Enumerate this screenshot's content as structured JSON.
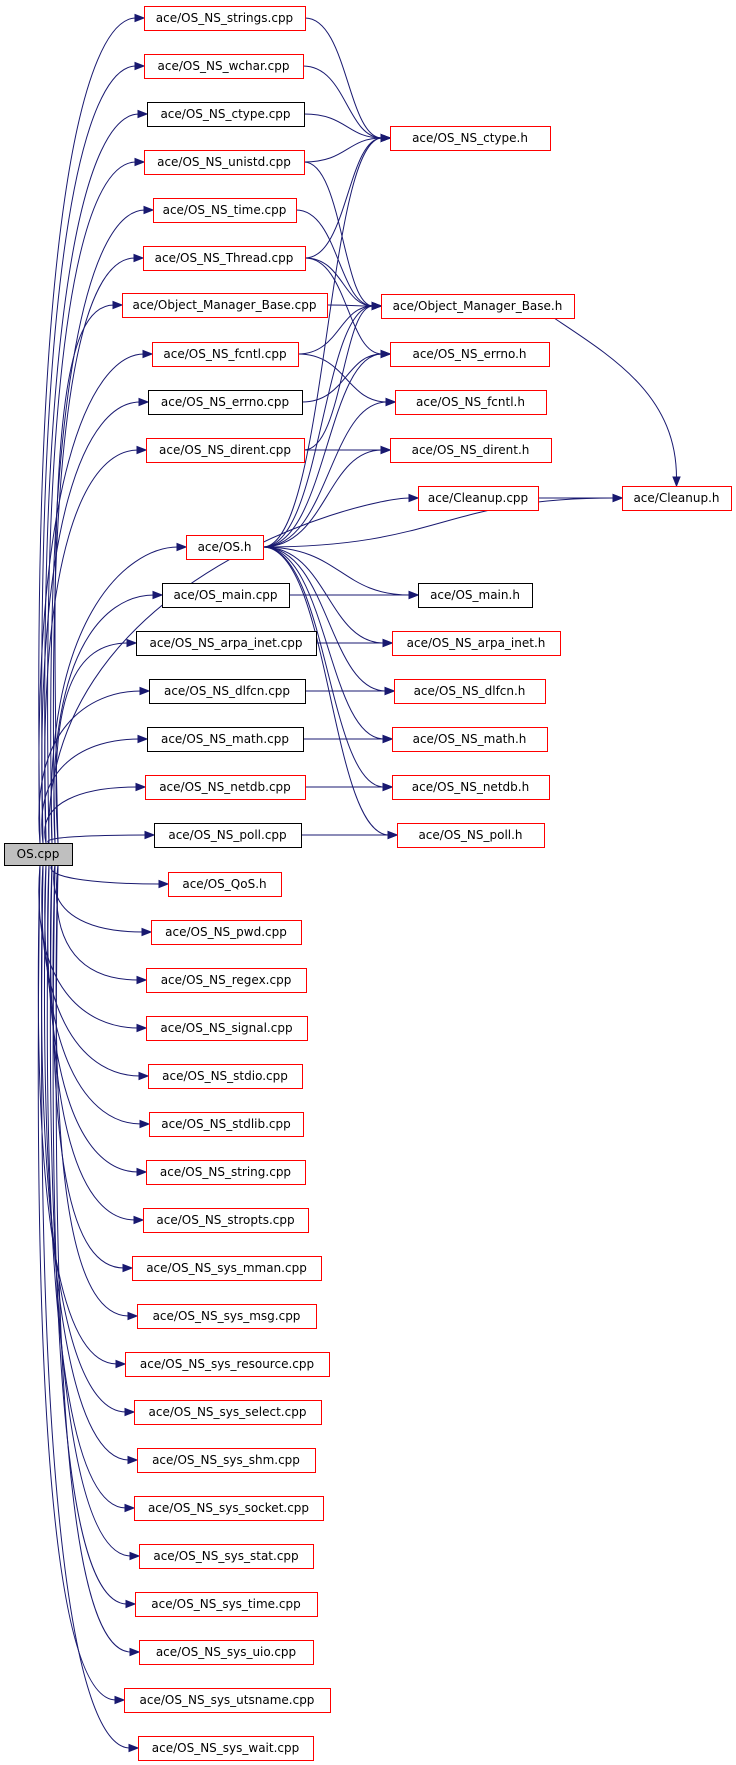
{
  "nodes": {
    "os_cpp": "OS.cpp",
    "ns_strings_cpp": "ace/OS_NS_strings.cpp",
    "ns_wchar_cpp": "ace/OS_NS_wchar.cpp",
    "ns_ctype_cpp": "ace/OS_NS_ctype.cpp",
    "ns_unistd_cpp": "ace/OS_NS_unistd.cpp",
    "ns_time_cpp": "ace/OS_NS_time.cpp",
    "ns_thread_cpp": "ace/OS_NS_Thread.cpp",
    "omb_cpp": "ace/Object_Manager_Base.cpp",
    "ns_fcntl_cpp": "ace/OS_NS_fcntl.cpp",
    "ns_errno_cpp": "ace/OS_NS_errno.cpp",
    "ns_dirent_cpp": "ace/OS_NS_dirent.cpp",
    "cleanup_cpp": "ace/Cleanup.cpp",
    "os_h": "ace/OS.h",
    "os_main_cpp": "ace/OS_main.cpp",
    "ns_arpa_inet_cpp": "ace/OS_NS_arpa_inet.cpp",
    "ns_dlfcn_cpp": "ace/OS_NS_dlfcn.cpp",
    "ns_math_cpp": "ace/OS_NS_math.cpp",
    "ns_netdb_cpp": "ace/OS_NS_netdb.cpp",
    "ns_poll_cpp": "ace/OS_NS_poll.cpp",
    "os_qos_h": "ace/OS_QoS.h",
    "ns_pwd_cpp": "ace/OS_NS_pwd.cpp",
    "ns_regex_cpp": "ace/OS_NS_regex.cpp",
    "ns_signal_cpp": "ace/OS_NS_signal.cpp",
    "ns_stdio_cpp": "ace/OS_NS_stdio.cpp",
    "ns_stdlib_cpp": "ace/OS_NS_stdlib.cpp",
    "ns_string_cpp": "ace/OS_NS_string.cpp",
    "ns_stropts_cpp": "ace/OS_NS_stropts.cpp",
    "ns_sys_mman_cpp": "ace/OS_NS_sys_mman.cpp",
    "ns_sys_msg_cpp": "ace/OS_NS_sys_msg.cpp",
    "ns_sys_resource_cpp": "ace/OS_NS_sys_resource.cpp",
    "ns_sys_select_cpp": "ace/OS_NS_sys_select.cpp",
    "ns_sys_shm_cpp": "ace/OS_NS_sys_shm.cpp",
    "ns_sys_socket_cpp": "ace/OS_NS_sys_socket.cpp",
    "ns_sys_stat_cpp": "ace/OS_NS_sys_stat.cpp",
    "ns_sys_time_cpp": "ace/OS_NS_sys_time.cpp",
    "ns_sys_uio_cpp": "ace/OS_NS_sys_uio.cpp",
    "ns_sys_utsname_cpp": "ace/OS_NS_sys_utsname.cpp",
    "ns_sys_wait_cpp": "ace/OS_NS_sys_wait.cpp",
    "ns_ctype_h": "ace/OS_NS_ctype.h",
    "omb_h": "ace/Object_Manager_Base.h",
    "ns_errno_h": "ace/OS_NS_errno.h",
    "ns_fcntl_h": "ace/OS_NS_fcntl.h",
    "ns_dirent_h": "ace/OS_NS_dirent.h",
    "cleanup_h": "ace/Cleanup.h",
    "os_main_h": "ace/OS_main.h",
    "ns_arpa_inet_h": "ace/OS_NS_arpa_inet.h",
    "ns_dlfcn_h": "ace/OS_NS_dlfcn.h",
    "ns_math_h": "ace/OS_NS_math.h",
    "ns_netdb_h": "ace/OS_NS_netdb.h",
    "ns_poll_h": "ace/OS_NS_poll.h"
  },
  "colors": {
    "edge": "#191970",
    "border_red": "#ff0000",
    "border_black": "#000000",
    "root_fill": "#bfbfbf"
  },
  "edges": [
    [
      "os_cpp",
      "ns_strings_cpp"
    ],
    [
      "os_cpp",
      "ns_wchar_cpp"
    ],
    [
      "os_cpp",
      "ns_ctype_cpp"
    ],
    [
      "os_cpp",
      "ns_unistd_cpp"
    ],
    [
      "os_cpp",
      "ns_time_cpp"
    ],
    [
      "os_cpp",
      "ns_thread_cpp"
    ],
    [
      "os_cpp",
      "omb_cpp"
    ],
    [
      "os_cpp",
      "ns_fcntl_cpp"
    ],
    [
      "os_cpp",
      "ns_errno_cpp"
    ],
    [
      "os_cpp",
      "ns_dirent_cpp"
    ],
    [
      "os_cpp",
      "cleanup_cpp"
    ],
    [
      "os_cpp",
      "os_h"
    ],
    [
      "os_cpp",
      "os_main_cpp"
    ],
    [
      "os_cpp",
      "ns_arpa_inet_cpp"
    ],
    [
      "os_cpp",
      "ns_dlfcn_cpp"
    ],
    [
      "os_cpp",
      "ns_math_cpp"
    ],
    [
      "os_cpp",
      "ns_netdb_cpp"
    ],
    [
      "os_cpp",
      "ns_poll_cpp"
    ],
    [
      "os_cpp",
      "os_qos_h"
    ],
    [
      "os_cpp",
      "ns_pwd_cpp"
    ],
    [
      "os_cpp",
      "ns_regex_cpp"
    ],
    [
      "os_cpp",
      "ns_signal_cpp"
    ],
    [
      "os_cpp",
      "ns_stdio_cpp"
    ],
    [
      "os_cpp",
      "ns_stdlib_cpp"
    ],
    [
      "os_cpp",
      "ns_string_cpp"
    ],
    [
      "os_cpp",
      "ns_stropts_cpp"
    ],
    [
      "os_cpp",
      "ns_sys_mman_cpp"
    ],
    [
      "os_cpp",
      "ns_sys_msg_cpp"
    ],
    [
      "os_cpp",
      "ns_sys_resource_cpp"
    ],
    [
      "os_cpp",
      "ns_sys_select_cpp"
    ],
    [
      "os_cpp",
      "ns_sys_shm_cpp"
    ],
    [
      "os_cpp",
      "ns_sys_socket_cpp"
    ],
    [
      "os_cpp",
      "ns_sys_stat_cpp"
    ],
    [
      "os_cpp",
      "ns_sys_time_cpp"
    ],
    [
      "os_cpp",
      "ns_sys_uio_cpp"
    ],
    [
      "os_cpp",
      "ns_sys_utsname_cpp"
    ],
    [
      "os_cpp",
      "ns_sys_wait_cpp"
    ],
    [
      "ns_strings_cpp",
      "ns_ctype_h"
    ],
    [
      "ns_wchar_cpp",
      "ns_ctype_h"
    ],
    [
      "ns_ctype_cpp",
      "ns_ctype_h"
    ],
    [
      "ns_unistd_cpp",
      "ns_ctype_h"
    ],
    [
      "ns_unistd_cpp",
      "omb_h"
    ],
    [
      "ns_time_cpp",
      "omb_h"
    ],
    [
      "ns_thread_cpp",
      "ns_ctype_h"
    ],
    [
      "ns_thread_cpp",
      "omb_h"
    ],
    [
      "ns_thread_cpp",
      "ns_errno_h"
    ],
    [
      "omb_cpp",
      "omb_h"
    ],
    [
      "ns_fcntl_cpp",
      "omb_h"
    ],
    [
      "ns_fcntl_cpp",
      "ns_fcntl_h"
    ],
    [
      "ns_errno_cpp",
      "ns_errno_h"
    ],
    [
      "ns_dirent_cpp",
      "ns_dirent_h"
    ],
    [
      "ns_dirent_cpp",
      "omb_h"
    ],
    [
      "cleanup_cpp",
      "cleanup_h"
    ],
    [
      "omb_h",
      "cleanup_h"
    ],
    [
      "os_h",
      "ns_ctype_h"
    ],
    [
      "os_h",
      "omb_h"
    ],
    [
      "os_h",
      "ns_errno_h"
    ],
    [
      "os_h",
      "ns_fcntl_h"
    ],
    [
      "os_h",
      "ns_dirent_h"
    ],
    [
      "os_h",
      "cleanup_h"
    ],
    [
      "os_h",
      "os_main_h"
    ],
    [
      "os_h",
      "ns_arpa_inet_h"
    ],
    [
      "os_h",
      "ns_dlfcn_h"
    ],
    [
      "os_h",
      "ns_math_h"
    ],
    [
      "os_h",
      "ns_netdb_h"
    ],
    [
      "os_h",
      "ns_poll_h"
    ],
    [
      "os_main_cpp",
      "os_main_h"
    ],
    [
      "ns_arpa_inet_cpp",
      "ns_arpa_inet_h"
    ],
    [
      "ns_dlfcn_cpp",
      "ns_dlfcn_h"
    ],
    [
      "ns_math_cpp",
      "ns_math_h"
    ],
    [
      "ns_netdb_cpp",
      "ns_netdb_h"
    ],
    [
      "ns_poll_cpp",
      "ns_poll_h"
    ]
  ]
}
